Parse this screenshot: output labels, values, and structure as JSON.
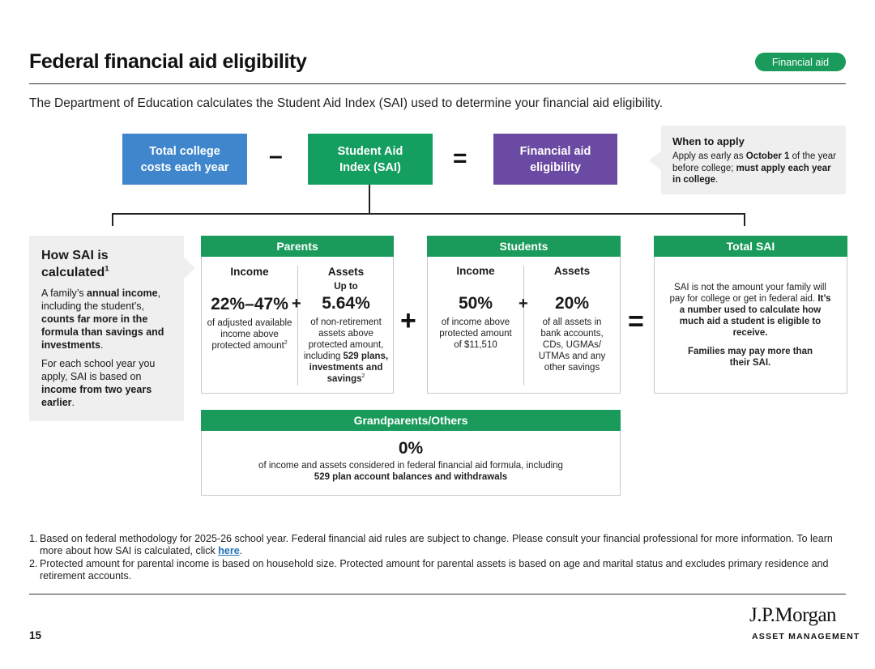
{
  "header": {
    "title": "Federal financial aid eligibility",
    "badge": "Financial aid"
  },
  "intro": "The Department of Education calculates the Student Aid Index (SAI) used to determine your financial aid eligibility.",
  "formula": {
    "box1": "Total college costs each year",
    "op1": "–",
    "box2": "Student Aid Index (SAI)",
    "op2": "=",
    "box3": "Financial aid eligibility"
  },
  "when_to_apply": {
    "heading": "When to apply",
    "text_a": "Apply as early as ",
    "text_b": "October 1",
    "text_c": " of the year before college; ",
    "text_d": "must apply each year in college",
    "text_e": "."
  },
  "how": {
    "heading": "How SAI is calculated",
    "heading_sup": "1",
    "p1_a": "A family’s ",
    "p1_b": "annual income",
    "p1_c": ", including the student’s, ",
    "p1_d": "counts far more in the formula than savings and investments",
    "p1_e": ".",
    "p2_a": "For each school year you apply, SAI is based on ",
    "p2_b": "income from two years earlier",
    "p2_c": "."
  },
  "parents": {
    "header": "Parents",
    "income": {
      "label": "Income",
      "value": "22%–47%",
      "desc": "of adjusted available income above protected amount",
      "sup": "2"
    },
    "plus": "+",
    "assets": {
      "label": "Assets",
      "prefix": "Up to",
      "value": "5.64%",
      "desc_a": "of non-retirement assets above protected amount, including ",
      "desc_b": "529 plans, investments and savings",
      "sup": "2"
    }
  },
  "big_plus": "+",
  "students": {
    "header": "Students",
    "income": {
      "label": "Income",
      "value": "50%",
      "desc": "of income above protected amount of $11,510"
    },
    "plus": "+",
    "assets": {
      "label": "Assets",
      "value": "20%",
      "desc": "of all assets in bank accounts, CDs, UGMAs/ UTMAs and any other savings"
    }
  },
  "big_equals": "=",
  "total": {
    "header": "Total SAI",
    "p1_a": "SAI is not the amount your family will pay for college or get in federal aid. ",
    "p1_b": "It’s a number used to calculate how much aid a student is eligible to receive.",
    "p2": "Families may pay more than their SAI."
  },
  "grand": {
    "header": "Grandparents/Others",
    "value": "0%",
    "desc_a": "of income and assets considered in federal financial aid formula, including ",
    "desc_b": "529 plan account balances and withdrawals"
  },
  "footnotes": {
    "n1": "1.",
    "f1_a": "Based on federal methodology for 2025-26 school year. Federal financial aid rules are subject to change. Please consult your financial professional  for more information. To learn more about how SAI is calculated, click ",
    "f1_link": "here",
    "f1_b": ".",
    "n2": "2.",
    "f2": "Protected amount for parental income is based on household size. Protected amount for parental assets is based on age and marital status and excludes primary residence and retirement accounts."
  },
  "page_number": "15",
  "logo": {
    "line1": "J.P.Morgan",
    "line2": "ASSET MANAGEMENT"
  },
  "colors": {
    "green": "#1a9b5b",
    "blue": "#3f86cc",
    "teal": "#149e60",
    "purple": "#6a4aa2",
    "panel_grey": "#efefef",
    "link": "#1d6fb8"
  }
}
